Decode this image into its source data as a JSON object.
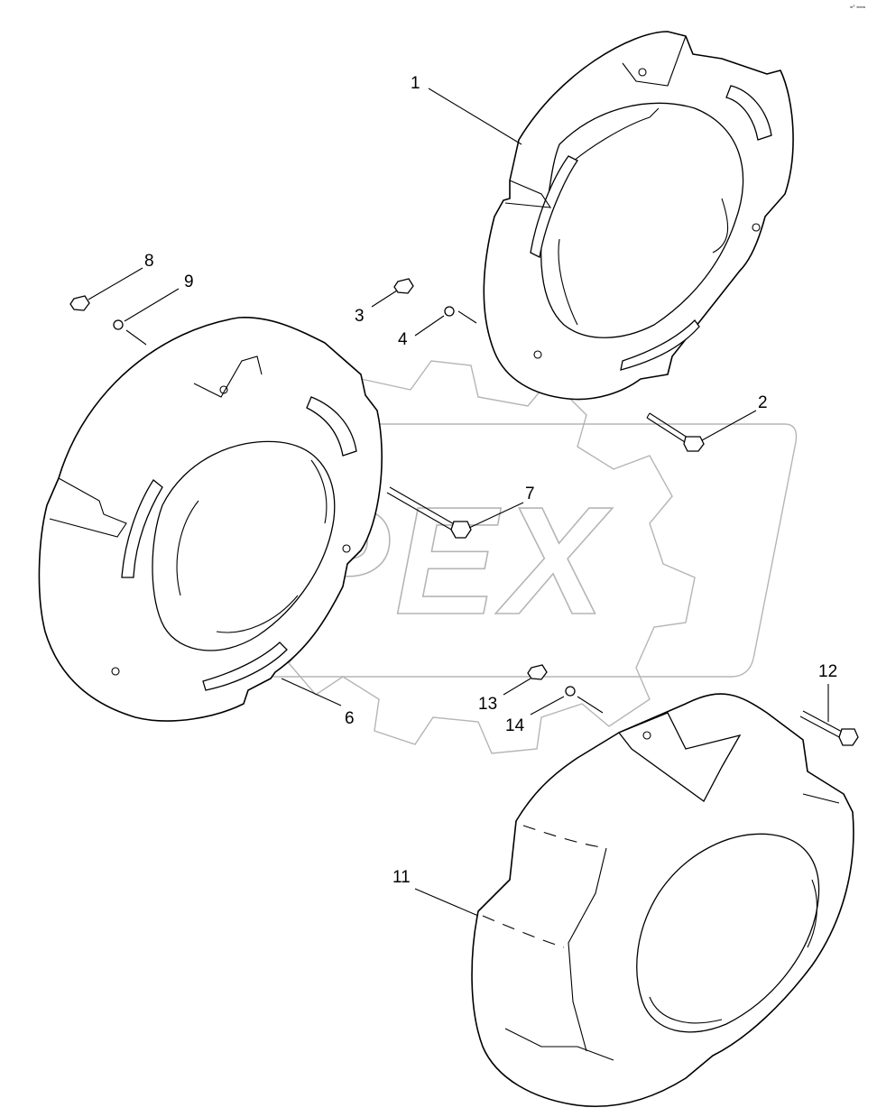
{
  "watermark": {
    "text": "OPEX"
  },
  "corner_mark": "≈° ≈≈≈",
  "callouts": [
    {
      "id": "1",
      "text": "1"
    },
    {
      "id": "2",
      "text": "2"
    },
    {
      "id": "3",
      "text": "3"
    },
    {
      "id": "4",
      "text": "4"
    },
    {
      "id": "6",
      "text": "6"
    },
    {
      "id": "7",
      "text": "7"
    },
    {
      "id": "8",
      "text": "8"
    },
    {
      "id": "9",
      "text": "9"
    },
    {
      "id": "11",
      "text": "11"
    },
    {
      "id": "12",
      "text": "12"
    },
    {
      "id": "13",
      "text": "13"
    },
    {
      "id": "14",
      "text": "14"
    }
  ]
}
